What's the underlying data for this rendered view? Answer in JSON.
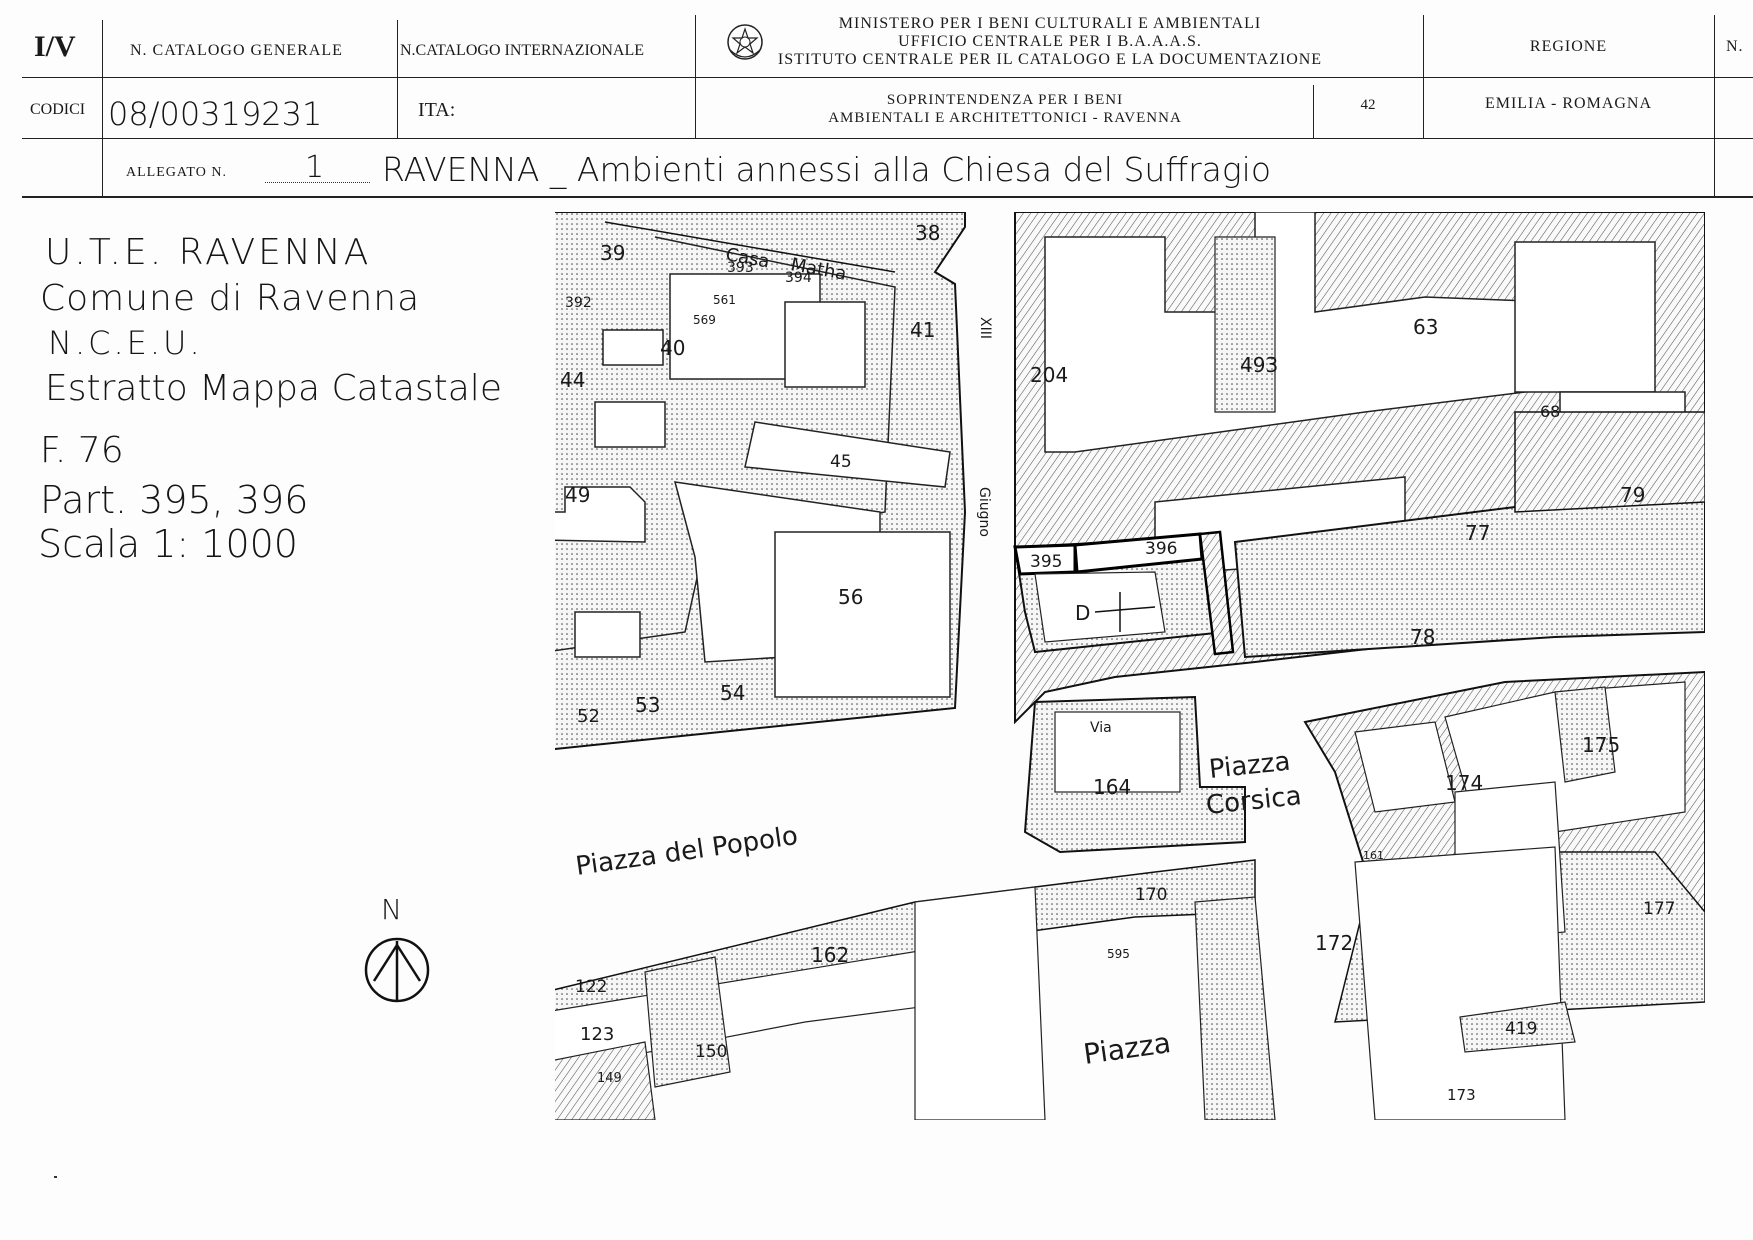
{
  "header": {
    "volume": "I/V",
    "n_catalogo_generale": "N. CATALOGO GENERALE",
    "n_catalogo_internazionale": "N.CATALOGO INTERNAZIONALE",
    "ministry_line1": "MINISTERO PER I BENI CULTURALI E AMBIENTALI",
    "ministry_line2": "UFFICIO CENTRALE PER I B.A.A.A.S.",
    "ministry_line3": "ISTITUTO CENTRALE PER IL CATALOGO E LA DOCUMENTAZIONE",
    "regione_label": "REGIONE",
    "n_label": "N.",
    "codici_label": "CODICI",
    "codici_value": "08/00319231",
    "ita_label": "ITA:",
    "soprintendenza_line1": "SOPRINTENDENZA PER I BENI",
    "soprintendenza_line2": "AMBIENTALI E ARCHITETTONICI - RAVENNA",
    "code_42": "42",
    "regione_value": "EMILIA - ROMAGNA",
    "allegato_label": "ALLEGATO N.",
    "allegato_number": "1",
    "allegato_title": "RAVENNA _ Ambienti annessi alla Chiesa del Suffragio"
  },
  "notes": {
    "line1": "U.T.E. RAVENNA",
    "line2": "Comune di Ravenna",
    "line3": "N.C.E.U.",
    "line4": "Estratto Mappa Catastale",
    "line5": "F. 76",
    "line6": "Part. 395, 396",
    "line7": "Scala 1: 1000",
    "north": "N"
  },
  "map": {
    "parcels": [
      "38",
      "39",
      "392",
      "393",
      "394",
      "561",
      "569",
      "40",
      "41",
      "44",
      "45",
      "49",
      "56",
      "53",
      "54",
      "52",
      "204",
      "493",
      "63",
      "68",
      "79",
      "395",
      "396",
      "77",
      "78",
      "D",
      "164",
      "170",
      "174",
      "175",
      "162",
      "172",
      "177",
      "122",
      "123",
      "150",
      "149",
      "419",
      "173",
      "595",
      "161"
    ],
    "place_labels": {
      "casa_matha_1": "Casa",
      "casa_matha_2": "Matha",
      "piazza_popolo": "Piazza del Popolo",
      "piazza_corsica_1": "Piazza",
      "piazza_corsica_2": "Corsica",
      "piazza": "Piazza",
      "via": "Via",
      "giugno": "Giugno",
      "xiii": "XIII"
    }
  }
}
